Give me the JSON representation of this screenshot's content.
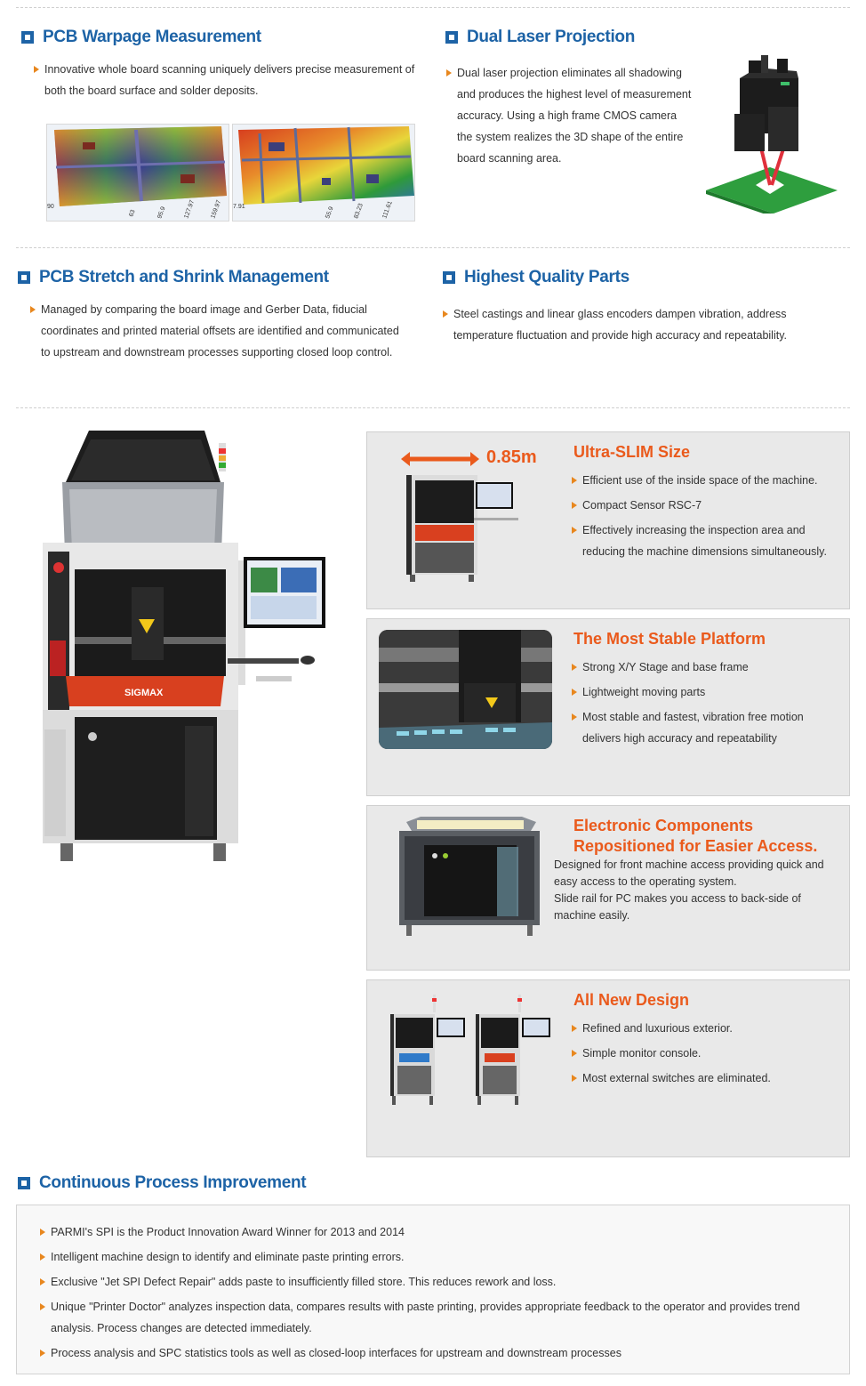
{
  "warpage": {
    "title": "PCB Warpage Measurement",
    "text": "Innovative whole board scanning uniquely delivers precise measurement of both the board surface and solder deposits.",
    "map1_ticks": [
      "90",
      "63",
      "95.9",
      "127.97",
      "159.97"
    ],
    "map2_ticks": [
      "7.91",
      "55.9",
      "83.23",
      "111.61"
    ]
  },
  "laser": {
    "title": "Dual Laser Projection",
    "text": "Dual laser projection eliminates all shadowing and produces the highest level of measurement accuracy. Using a high frame CMOS camera the system realizes the 3D shape of the entire board scanning area."
  },
  "stretch": {
    "title": "PCB Stretch and Shrink Management",
    "text": "Managed by comparing the board image and Gerber Data, fiducial coordinates and printed material offsets are identified and communicated to upstream and downstream processes supporting closed loop control."
  },
  "quality": {
    "title": "Highest Quality Parts",
    "text": "Steel castings and linear glass encoders dampen vibration, address temperature fluctuation and provide high accuracy and repeatability."
  },
  "machine": {
    "brand": "SIGMAX"
  },
  "panels": {
    "slim": {
      "dimension": "0.85m",
      "title": "Ultra-SLIM Size",
      "items": [
        "Efficient use of the inside space of the machine.",
        "Compact Sensor RSC-7",
        "Effectively increasing the inspection area and reducing the machine dimensions simultaneously."
      ]
    },
    "stable": {
      "title": "The Most Stable Platform",
      "items": [
        "Strong X/Y Stage and base frame",
        "Lightweight moving parts",
        "Most stable and fastest, vibration free motion delivers high accuracy and repeatability"
      ]
    },
    "access": {
      "title_line1": "Electronic Components",
      "title_line2": "Repositioned for Easier Access.",
      "text1": "Designed for front machine access providing quick and easy access to the operating system.",
      "text2": "Slide rail for PC makes you access to back-side of machine easily."
    },
    "design": {
      "title": "All New Design",
      "items": [
        "Refined and luxurious exterior.",
        "Simple monitor console.",
        "Most external switches are eliminated."
      ]
    }
  },
  "improvement": {
    "title": "Continuous Process Improvement",
    "items": [
      "PARMI's SPI is the Product Innovation Award Winner for 2013 and 2014",
      "Intelligent machine design to identify and eliminate paste printing errors.",
      "Exclusive \"Jet SPI Defect Repair\" adds paste to insufficiently filled store. This reduces rework and loss.",
      "Unique \"Printer Doctor\" analyzes inspection data, compares results with paste printing, provides appropriate feedback to the operator and provides trend analysis. Process changes are detected immediately.",
      "Process analysis and SPC statistics tools as well as closed-loop interfaces for upstream and downstream processes"
    ]
  },
  "colors": {
    "heading_blue": "#1d63a6",
    "accent_orange": "#ea5a1c",
    "bullet_orange": "#e8871e"
  }
}
